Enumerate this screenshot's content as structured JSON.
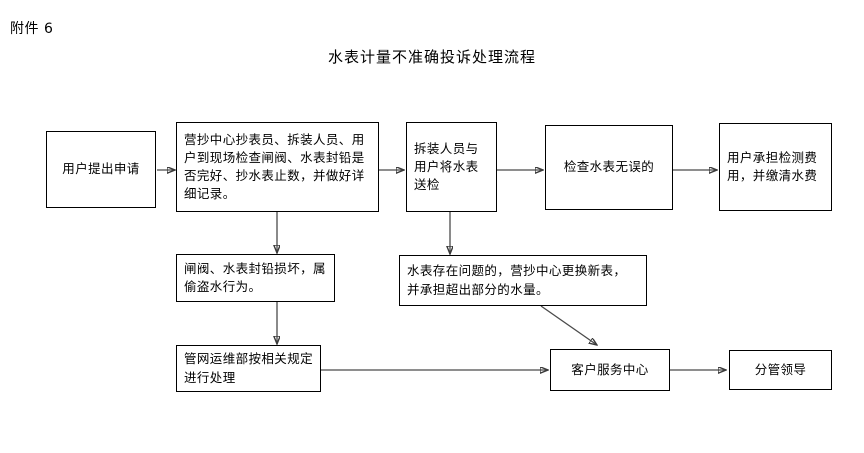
{
  "page": {
    "attachment_label": "附件 6",
    "title": "水表计量不准确投诉处理流程",
    "background_color": "#ffffff",
    "line_color": "#3a3a3a",
    "border_color": "#000000"
  },
  "nodes": {
    "user_request": "用户提出申请",
    "onsite_inspection": "营抄中心抄表员、拆装人员、用户到现场检查闸阀、水表封铅是否完好、抄水表止数，并做好详细记录。",
    "send_meter": "拆装人员与用户将水表送检",
    "meter_ok": "检查水表无误的",
    "user_pays": "用户承担检测费用，并缴清水费",
    "seal_damaged": "闸阀、水表封铅损坏，属偷盗水行为。",
    "meter_faulty": "水表存在问题的，营抄中心更换新表，并承担超出部分的水量。",
    "pipe_network_dept": "管网运维部按相关规定进行处理",
    "customer_service": "客户服务中心",
    "supervising_leader": "分管领导"
  },
  "flow": {
    "edges": [
      {
        "from": "user_request",
        "to": "onsite_inspection",
        "style": "arrow-right"
      },
      {
        "from": "onsite_inspection",
        "to": "send_meter",
        "style": "arrow-right"
      },
      {
        "from": "send_meter",
        "to": "meter_ok",
        "style": "arrow-right"
      },
      {
        "from": "meter_ok",
        "to": "user_pays",
        "style": "arrow-right"
      },
      {
        "from": "onsite_inspection",
        "to": "seal_damaged",
        "style": "arrow-down"
      },
      {
        "from": "send_meter",
        "to": "meter_faulty",
        "style": "arrow-down"
      },
      {
        "from": "seal_damaged",
        "to": "pipe_network_dept",
        "style": "arrow-down"
      },
      {
        "from": "meter_faulty",
        "to": "customer_service",
        "style": "arrow-diagonal"
      },
      {
        "from": "pipe_network_dept",
        "to": "customer_service",
        "style": "arrow-right"
      },
      {
        "from": "customer_service",
        "to": "supervising_leader",
        "style": "arrow-right"
      }
    ]
  }
}
